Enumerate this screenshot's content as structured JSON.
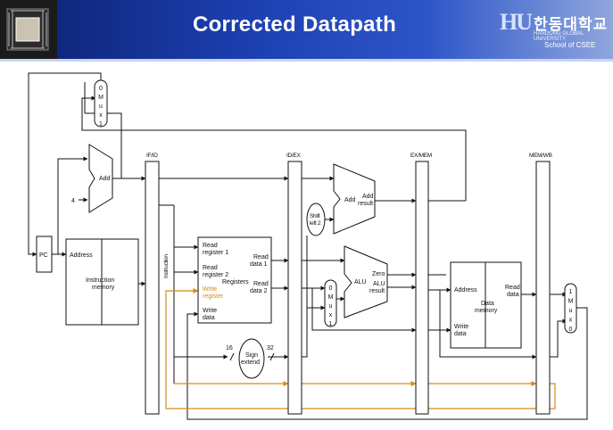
{
  "header": {
    "title": "Corrected Datapath",
    "logo_mark": "HU",
    "logo_korean": "한동대학교",
    "logo_english": "HANDONG GLOBAL UNIVERSITY",
    "logo_school": "School of CSEE"
  },
  "pipeline_registers": [
    "IF/ID",
    "ID/EX",
    "EX/MEM",
    "MEM/WB"
  ],
  "mux_top": [
    "0",
    "M",
    "u",
    "x",
    "1"
  ],
  "mux_alu": [
    "0",
    "M",
    "u",
    "x",
    "1"
  ],
  "mux_wb": [
    "1",
    "M",
    "u",
    "x",
    "0"
  ],
  "labels": {
    "pc": "PC",
    "adder_if": "Add",
    "const_four": "4",
    "im_address": "Address",
    "im_name_1": "Instruction",
    "im_name_2": "memory",
    "instruction_bus": "Instruction",
    "read_register_1_a": "Read",
    "read_register_1_b": "register 1",
    "read_register_2_a": "Read",
    "read_register_2_b": "register 2",
    "registers": "Registers",
    "write_register_a": "Write",
    "write_register_b": "register",
    "write_data_rf_a": "Write",
    "write_data_rf_b": "data",
    "read_data_1_a": "Read",
    "read_data_1_b": "data 1",
    "read_data_2_a": "Read",
    "read_data_2_b": "data 2",
    "shift_left_2_a": "Shift",
    "shift_left_2_b": "left 2",
    "adder_ex": "Add",
    "add_result_a": "Add",
    "add_result_b": "result",
    "sign_extend_a": "Sign",
    "sign_extend_b": "extend",
    "width_in": "16",
    "width_out": "32",
    "alu": "ALU",
    "zero": "Zero",
    "alu_result_a": "ALU",
    "alu_result_b": "result",
    "dm_address": "Address",
    "dm_write_data_a": "Write",
    "dm_write_data_b": "data",
    "dm_name_1": "Data",
    "dm_name_2": "memory",
    "dm_read_data_a": "Read",
    "dm_read_data_b": "data"
  },
  "colors": {
    "header_dark": "#0c1f6e",
    "header_light": "#2e56c8",
    "corrected_path": "#d88a16",
    "wire": "#111111"
  }
}
